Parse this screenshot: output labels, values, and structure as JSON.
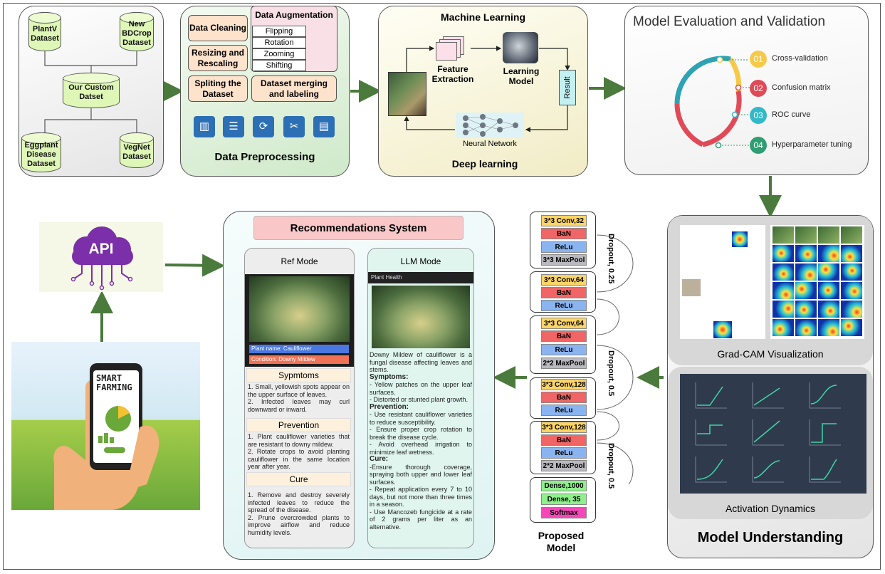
{
  "datasets": {
    "plantv": "PlantV Dataset",
    "bdcrop": "New BDCrop Dataset",
    "custom": "Our Custom Datset",
    "eggplant": "Eggplant Disease Dataset",
    "vegnet": "VegNet Dataset"
  },
  "preprocessing": {
    "title": "Data Preprocessing",
    "cleaning": "Data Cleaning",
    "resizing": "Resizing and Rescaling",
    "splitting": "Spliting the Dataset",
    "augmentation": "Data Augmentation",
    "aug_items": [
      "Flipping",
      "Rotation",
      "Zooming",
      "Shifting"
    ],
    "merging": "Dataset merging and labeling",
    "icons": [
      "chart-icon",
      "database-icon",
      "gear-cycle-icon",
      "scissors-icon",
      "clipboard-icon"
    ]
  },
  "ml": {
    "title": "Machine Learning",
    "feature": "Feature Extraction",
    "learning": "Learning Model",
    "result": "Result",
    "neural": "Neural Network",
    "deep": "Deep learning"
  },
  "evaluation": {
    "title": "Model Evaluation and Validation",
    "items": [
      {
        "num": "01",
        "label": "Cross-validation",
        "color": "#f7c948"
      },
      {
        "num": "02",
        "label": "Confusion matrix",
        "color": "#e04a57"
      },
      {
        "num": "03",
        "label": "ROC curve",
        "color": "#33b9c7"
      },
      {
        "num": "04",
        "label": "Hyperparameter tuning",
        "color": "#2e9e73"
      }
    ]
  },
  "understanding": {
    "title": "Model Understanding",
    "gradcam": "Grad-CAM Visualization",
    "activation": "Activation Dynamics"
  },
  "model": {
    "title": "Proposed Model",
    "block1": [
      "3*3 Conv,32",
      "BaN",
      "ReLu",
      "3*3 MaxPool"
    ],
    "block2": [
      "3*3 Conv,64",
      "BaN",
      "ReLu"
    ],
    "block3": [
      "3*3 Conv,64",
      "BaN",
      "ReLu",
      "2*2 MaxPool"
    ],
    "block4": [
      "3*3 Conv,128",
      "BaN",
      "ReLu"
    ],
    "block5": [
      "3*3 Conv,128",
      "BaN",
      "ReLu",
      "2*2 MaxPool"
    ],
    "dense": [
      "Dense,1000",
      "Dense, 35",
      "Softmax"
    ],
    "dropout1": "Dropout, 0.25",
    "dropout2": "Dropout, 0.5",
    "dropout3": "Dropout, 0.5"
  },
  "api": {
    "label": "API",
    "phone_line1": "SMART",
    "phone_line2": "FARMING"
  },
  "recommend": {
    "title": "Recommendations System",
    "ref": {
      "mode": "Ref Mode",
      "plant": "Plant name: Cauliflower",
      "condition": "Condition: Downy Mildew",
      "symptoms_head": "Sypmtoms",
      "symptoms": [
        "1. Small, yellowish spots appear on the upper surface of leaves.",
        "2. Infected leaves may curl downward or inward."
      ],
      "prevention_head": "Prevention",
      "prevention": [
        "1. Plant cauliflower varieties that are resistant to downy mildew.",
        "2. Rotate crops to avoid planting cauliflower in the same location year after year."
      ],
      "cure_head": "Cure",
      "cure": [
        "1. Remove and destroy severely infected leaves to reduce the spread of the disease.",
        "2. Prune overcrowded plants to improve airflow and reduce humidity levels."
      ]
    },
    "llm": {
      "mode": "LLM Mode",
      "bar": "Plant Health",
      "intro": "Downy Mildew of cauliflower is a fungal disease affecting leaves and stems.",
      "symptoms_head": "Symptoms:",
      "symptoms": [
        "- Yellow patches on the upper leaf surfaces.",
        "- Distorted or stunted plant growth."
      ],
      "prevention_head": "Prevention:",
      "prevention": [
        "- Use resistant cauliflower varieties to reduce susceptibility.",
        "- Ensure proper crop rotation to break the disease cycle.",
        "- Avoid overhead irrigation to minimize leaf wetness."
      ],
      "cure_head": "Cure:",
      "cure": [
        "-Ensure thorough coverage, spraying both upper and lower leaf surfaces.",
        "- Repeat application every 7 to 10 days, but not more than three times in a season.",
        "- Use Mancozeb fungicide at a rate of 2 grams per liter as an alternative."
      ]
    }
  },
  "colors": {
    "arrow": "#4a7a3c",
    "api_purple": "#7b2fa8"
  }
}
